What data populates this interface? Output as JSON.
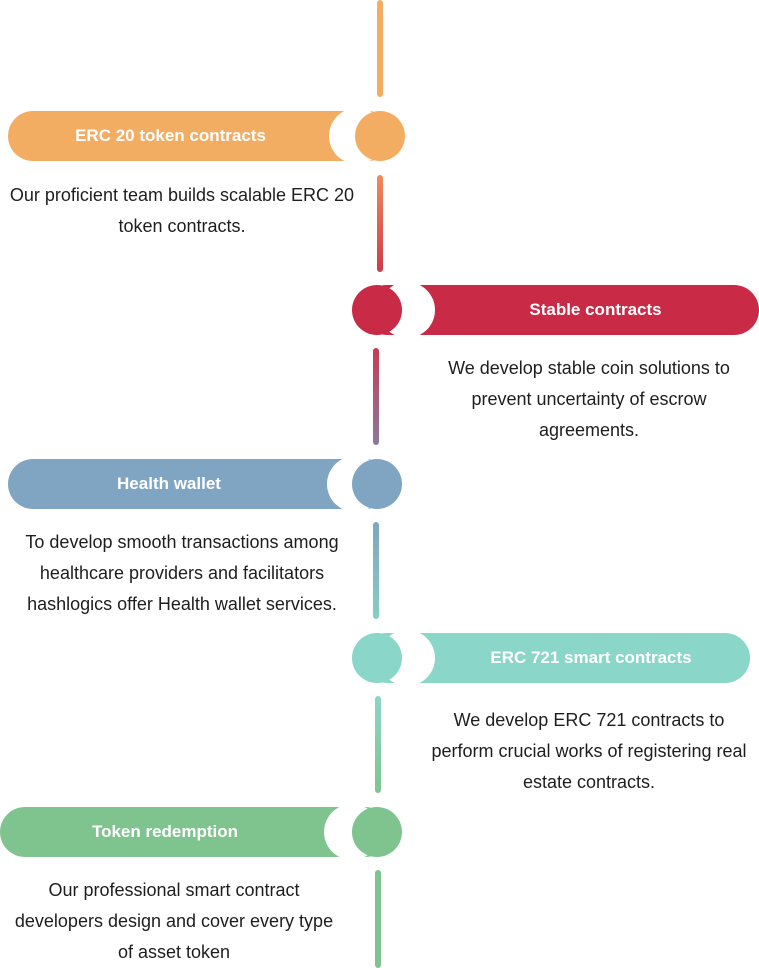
{
  "timeline": {
    "items": [
      {
        "title": "ERC 20 token contracts",
        "description": "Our proficient team builds scalable ERC 20 token contracts.",
        "side": "left",
        "color": "#f3ad62"
      },
      {
        "title": "Stable contracts",
        "description": "We develop stable coin solutions to prevent uncertainty of escrow agreements.",
        "side": "right",
        "color": "#c92a45"
      },
      {
        "title": "Health wallet",
        "description": "To develop smooth transactions among healthcare providers and facilitators hashlogics offer Health wallet services.",
        "side": "left",
        "color": "#7fa5c2"
      },
      {
        "title": "ERC 721 smart contracts",
        "description": "We develop ERC 721 contracts to perform crucial works of registering real estate contracts.",
        "side": "right",
        "color": "#8ad6c8"
      },
      {
        "title": "Token redemption",
        "description": "Our professional smart contract developers design and cover every type of asset token",
        "side": "left",
        "color": "#7fc48f"
      }
    ],
    "connector_colors": [
      [
        "#f3ad62",
        "#f3ad62"
      ],
      [
        "#f08b5a",
        "#cf3a4a"
      ],
      [
        "#c93a58",
        "#8a7a9a"
      ],
      [
        "#7fa5c2",
        "#86cfc4"
      ],
      [
        "#8ad6c8",
        "#7fc48f"
      ],
      [
        "#7fc48f",
        "#7fc48f"
      ]
    ]
  }
}
